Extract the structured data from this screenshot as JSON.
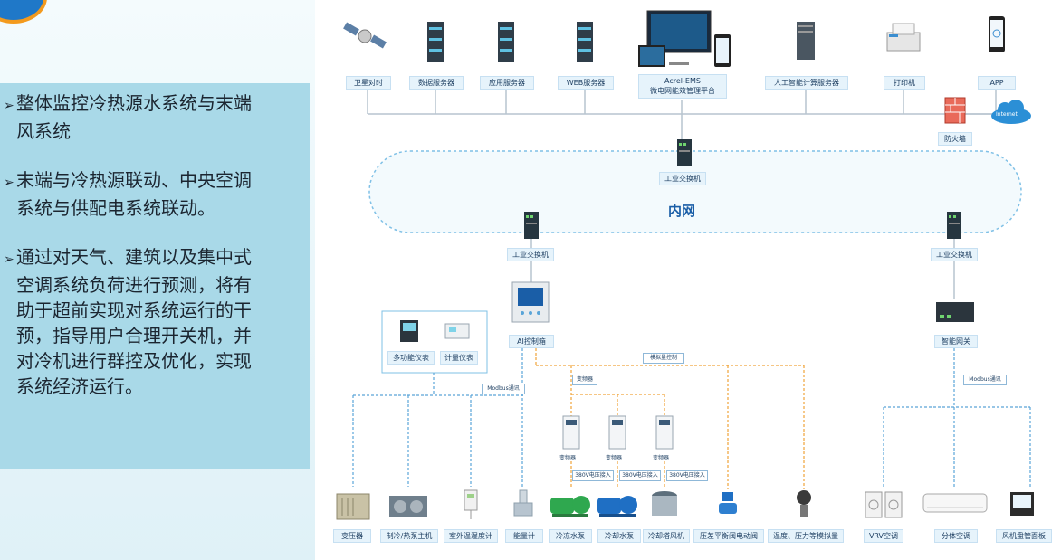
{
  "left_panel": {
    "bullets": [
      {
        "marker": "➢",
        "lines": [
          "整体监控冷热源水系统与末端",
          "风系统"
        ]
      },
      {
        "marker": "➢",
        "lines": [
          "末端与冷热源联动、中央空调",
          "系统与供配电系统联动。"
        ]
      },
      {
        "marker": "➢",
        "lines": [
          "通过对天气、建筑以及集中式",
          "空调系统负荷进行预测，将有",
          "助于超前实现对系统运行的干",
          "预，指导用户合理开关机，并",
          "对冷机进行群控及优化，实现",
          "系统经济运行。"
        ]
      }
    ]
  },
  "top_devices": {
    "satellite": "卫星对时",
    "db_server": "数据服务器",
    "app_server": "应用服务器",
    "web_server": "WEB服务器",
    "platform_line1": "Acrel-EMS",
    "platform_line2": "微电网能效管理平台",
    "ai_server": "人工智能计算服务器",
    "printer": "打印机",
    "app": "APP"
  },
  "network": {
    "firewall": "防火墙",
    "internet": "Internet",
    "switch_top": "工业交换机",
    "intranet": "内网",
    "switch_left": "工业交换机",
    "switch_right": "工业交换机"
  },
  "middle": {
    "multi_meter": "多功能仪表",
    "metering_meter": "计量仪表",
    "ai_cabinet": "AI控制箱",
    "gateway": "智能网关",
    "modbus_left": "Modbus通讯",
    "modbus_right": "Modbus通讯",
    "analog_control": "模拟量控制",
    "vfd_top": "变频器",
    "vfd1": "变频器",
    "vfd2": "变频器",
    "vfd3": "变频器",
    "v380_1": "380V电压接入",
    "v380_2": "380V电压接入",
    "v380_3": "380V电压接入"
  },
  "bottom_devices": [
    "变压器",
    "制冷/热泵主机",
    "室外温湿度计",
    "能量计",
    "冷冻水泵",
    "冷却水泵",
    "冷却塔风机",
    "压差平衡阀电动阀",
    "温度、压力等模拟量",
    "VRV空调",
    "分体空调",
    "风机盘管面板"
  ],
  "colors": {
    "panel_blue": "#a9d9e8",
    "line_gray": "#b7c4cf",
    "dash_orange": "#f0a43a",
    "dash_blue": "#5aa5d8",
    "label_bg": "#e6f3fb",
    "intranet_blue": "#1a5ea7"
  },
  "icons": [
    "satellite-icon",
    "server-icon",
    "monitor-icon",
    "printer-icon",
    "phone-icon",
    "firewall-icon",
    "cloud-icon",
    "switch-icon",
    "meter-icon",
    "cabinet-icon",
    "gateway-icon",
    "vfd-icon",
    "pump-icon",
    "ac-icon"
  ]
}
